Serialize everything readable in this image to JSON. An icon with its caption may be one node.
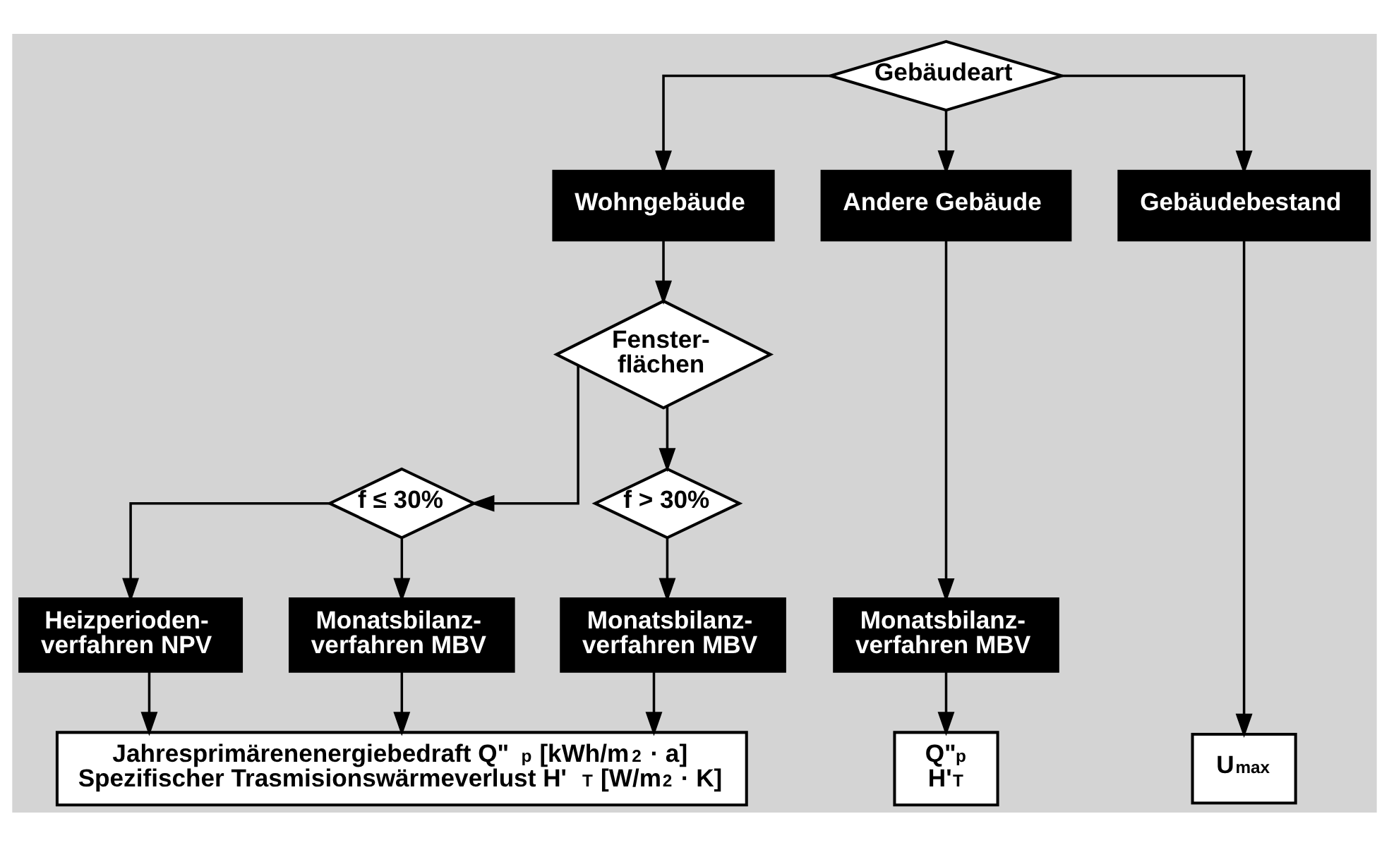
{
  "diagram": {
    "nodes": [
      {
        "text": [
          "Gebäudeart"
        ]
      },
      {
        "text": [
          "Wohngebäude"
        ]
      },
      {
        "text": [
          "Andere Gebäude"
        ]
      },
      {
        "text": [
          "Gebäudebestand"
        ]
      },
      {
        "text": [
          "Fenster- flächen"
        ]
      },
      {
        "text": [
          "f ≤ 30%"
        ]
      },
      {
        "text": [
          "f > 30%"
        ]
      },
      {
        "text": [
          "Heizperioden- verfahren NPV"
        ]
      },
      {
        "text": [
          "Monatsbilanz- verfahren MBV"
        ]
      },
      {
        "text": [
          "Monatsbilanz- verfahren MBV"
        ]
      },
      {
        "text": [
          "Monatsbilanz- verfahren MBV"
        ]
      },
      {
        "text": [
          "Jahresprimärenenergiebedraft Q\"$_{p}$ [kWh/m$^{2}$ · a]",
          "Spezifischer Trasmisionswärmeverlust H'$_{T}$ [W/m$^{2}$ · K]"
        ]
      },
      {
        "text": [
          "Q\"$_{p}$",
          "H'$_{T}$"
        ]
      },
      {
        "text": [
          "U$_{max}$"
        ]
      }
    ],
    "edges": [
      {
        "from": 0,
        "to": 1,
        "arrow": "to"
      },
      {
        "from": 0,
        "to": 2,
        "arrow": "to"
      },
      {
        "from": 0,
        "to": 3,
        "arrow": "to"
      },
      {
        "from": 1,
        "to": 4,
        "arrow": "to"
      },
      {
        "from": 4,
        "to": 5,
        "arrow": "to"
      },
      {
        "from": 4,
        "to": 6,
        "arrow": "to"
      },
      {
        "from": 5,
        "to": 7,
        "arrow": "to"
      },
      {
        "from": 5,
        "to": 8,
        "arrow": "to"
      },
      {
        "from": 6,
        "to": 9,
        "arrow": "to"
      },
      {
        "from": 2,
        "to": 10,
        "arrow": "to"
      },
      {
        "from": 3,
        "to": 13,
        "arrow": "to"
      },
      {
        "from": 7,
        "to": 11,
        "arrow": "to"
      },
      {
        "from": 8,
        "to": 11,
        "arrow": "to"
      },
      {
        "from": 9,
        "to": 11,
        "arrow": "to"
      },
      {
        "from": 10,
        "to": 12,
        "arrow": "to"
      }
    ]
  }
}
